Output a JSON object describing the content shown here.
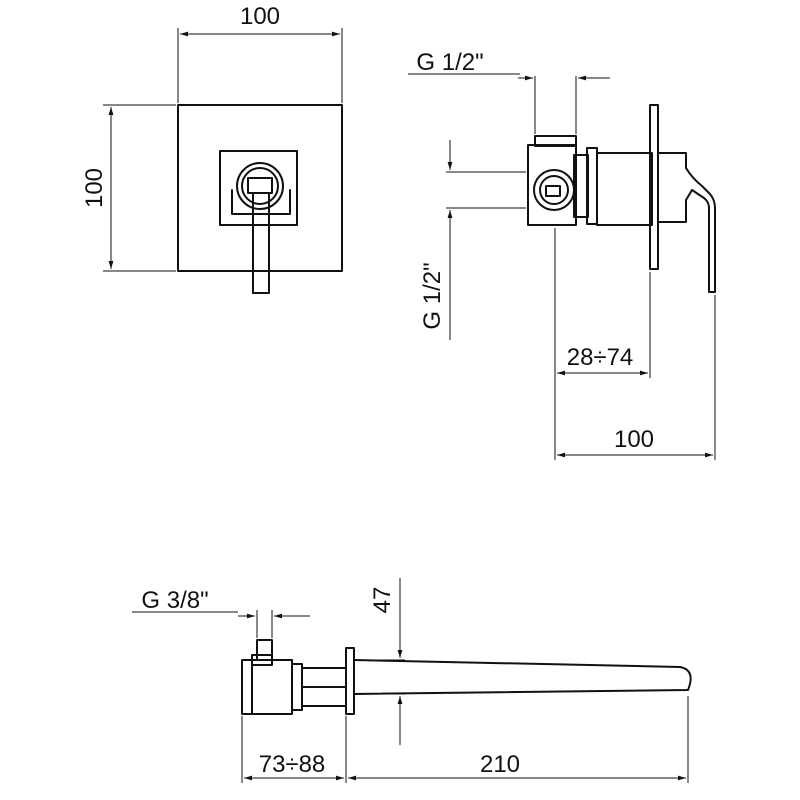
{
  "dimensions": {
    "top_view_width": "100",
    "top_view_height": "100",
    "side_inlet_thread": "G 1/2\"",
    "side_outlet_thread": "G 1/2\"",
    "side_wall_range": "28÷74",
    "side_total_depth": "100",
    "spout_thread": "G 3/8\"",
    "spout_height": "47",
    "spout_wall_range": "73÷88",
    "spout_length": "210"
  },
  "colors": {
    "line": "#111111",
    "background": "#ffffff"
  }
}
